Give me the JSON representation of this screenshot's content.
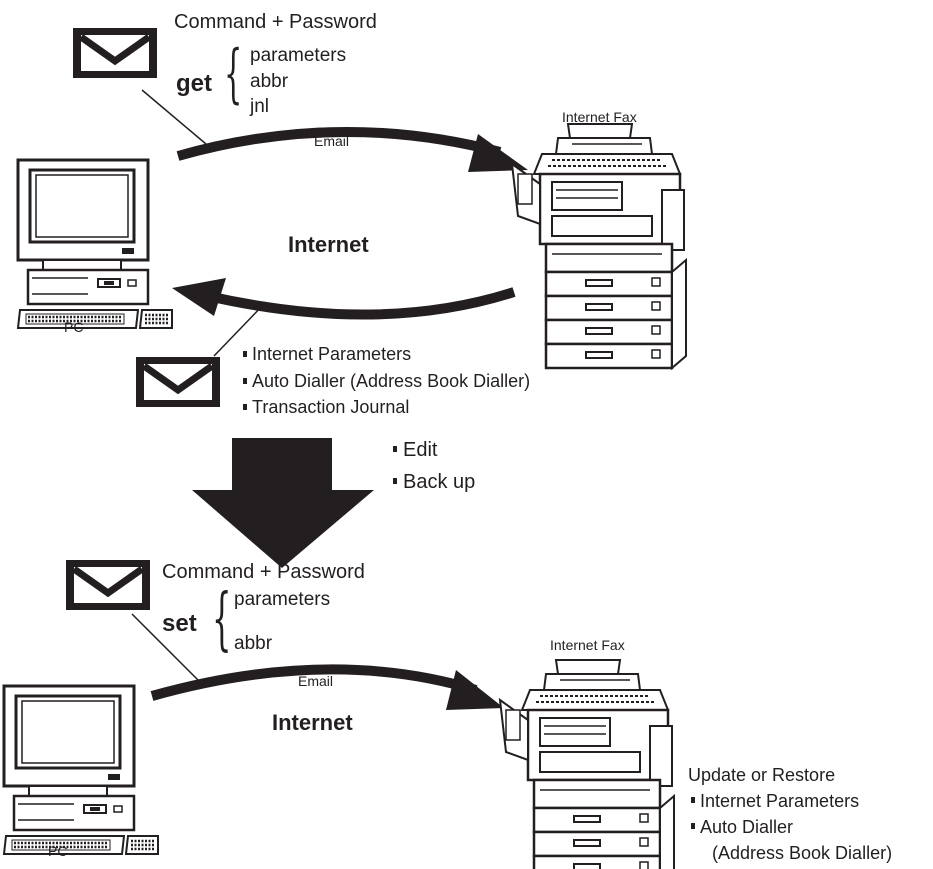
{
  "top": {
    "command_password": "Command + Password",
    "get_label": "get",
    "get_items": [
      "parameters",
      "abbr",
      "jnl"
    ],
    "email_label": "Email",
    "internet_fax_label": "Internet Fax",
    "internet_label": "Internet",
    "pc_label": "PC",
    "reply_items": [
      "Internet Parameters",
      "Auto Dialler (Address Book Dialler)",
      "Transaction Journal"
    ]
  },
  "middle": {
    "actions": [
      "Edit",
      "Back up"
    ]
  },
  "bottom": {
    "command_password": "Command + Password",
    "set_label": "set",
    "set_items": [
      "parameters",
      "abbr"
    ],
    "email_label": "Email",
    "internet_fax_label": "Internet Fax",
    "internet_label": "Internet",
    "pc_label": "PC",
    "update_title": "Update or Restore",
    "update_items": [
      "Internet Parameters",
      "Auto Dialler",
      "(Address Book Dialler)"
    ]
  },
  "icons": [
    "envelope-icon",
    "pc-icon",
    "fax-machine-icon",
    "arrow-down-icon"
  ]
}
